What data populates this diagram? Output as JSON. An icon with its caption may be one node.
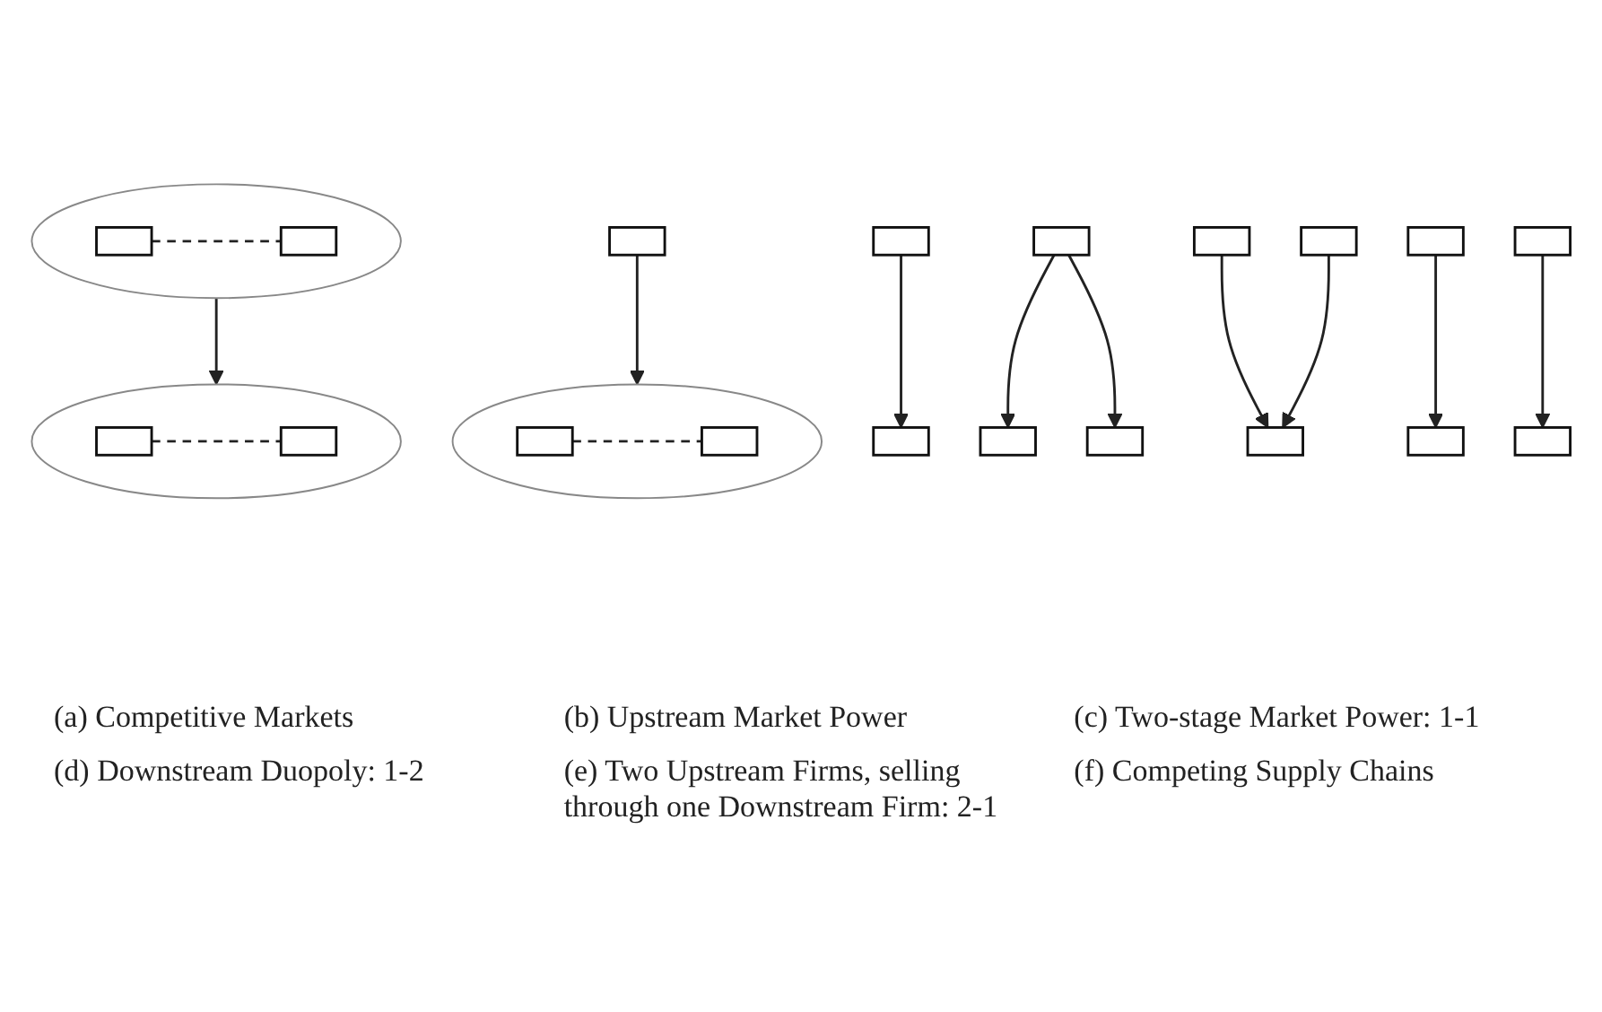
{
  "diagram": {
    "nodes": [
      {
        "text": [],
        "shape": "ellipse"
      },
      {
        "text": [],
        "shape": "box",
        "in": 0
      },
      {
        "text": [],
        "shape": "box",
        "in": 0
      },
      {
        "text": [],
        "shape": "ellipse"
      },
      {
        "text": [],
        "shape": "box",
        "in": 3
      },
      {
        "text": [],
        "shape": "box",
        "in": 3
      },
      {
        "text": [],
        "shape": "box"
      },
      {
        "text": [],
        "shape": "ellipse"
      },
      {
        "text": [],
        "shape": "box",
        "in": 7
      },
      {
        "text": [],
        "shape": "box",
        "in": 7
      },
      {
        "text": [],
        "shape": "box"
      },
      {
        "text": [],
        "shape": "box"
      },
      {
        "text": [],
        "shape": "box"
      },
      {
        "text": [],
        "shape": "box"
      },
      {
        "text": [],
        "shape": "box"
      },
      {
        "text": [],
        "shape": "box"
      },
      {
        "text": [],
        "shape": "box"
      },
      {
        "text": [],
        "shape": "box"
      },
      {
        "text": [],
        "shape": "box"
      },
      {
        "text": [],
        "shape": "box"
      },
      {
        "text": [],
        "shape": "box"
      },
      {
        "text": [],
        "shape": "box"
      }
    ],
    "edges": [
      {
        "from": 1,
        "to": 2,
        "arrow": "none",
        "style": "dashed"
      },
      {
        "from": 4,
        "to": 5,
        "arrow": "none",
        "style": "dashed"
      },
      {
        "from": 0,
        "to": 3,
        "arrow": "to"
      },
      {
        "from": 8,
        "to": 9,
        "arrow": "none",
        "style": "dashed"
      },
      {
        "from": 6,
        "to": 7,
        "arrow": "to"
      },
      {
        "from": 10,
        "to": 11,
        "arrow": "to"
      },
      {
        "from": 12,
        "to": 13,
        "arrow": "to"
      },
      {
        "from": 12,
        "to": 14,
        "arrow": "to"
      },
      {
        "from": 15,
        "to": 17,
        "arrow": "to"
      },
      {
        "from": 16,
        "to": 17,
        "arrow": "to"
      },
      {
        "from": 18,
        "to": 20,
        "arrow": "to"
      },
      {
        "from": 19,
        "to": 21,
        "arrow": "to"
      }
    ],
    "labels": [
      "(a) Competitive Markets",
      "(b) Upstream Market Power",
      "(c) Two-stage Market Power: 1-1",
      "(d) Downstream Duopoly: 1-2",
      "(e) Two Upstream Firms, selling through one Downstream Firm: 2-1",
      "(f) Competing Supply Chains"
    ]
  }
}
